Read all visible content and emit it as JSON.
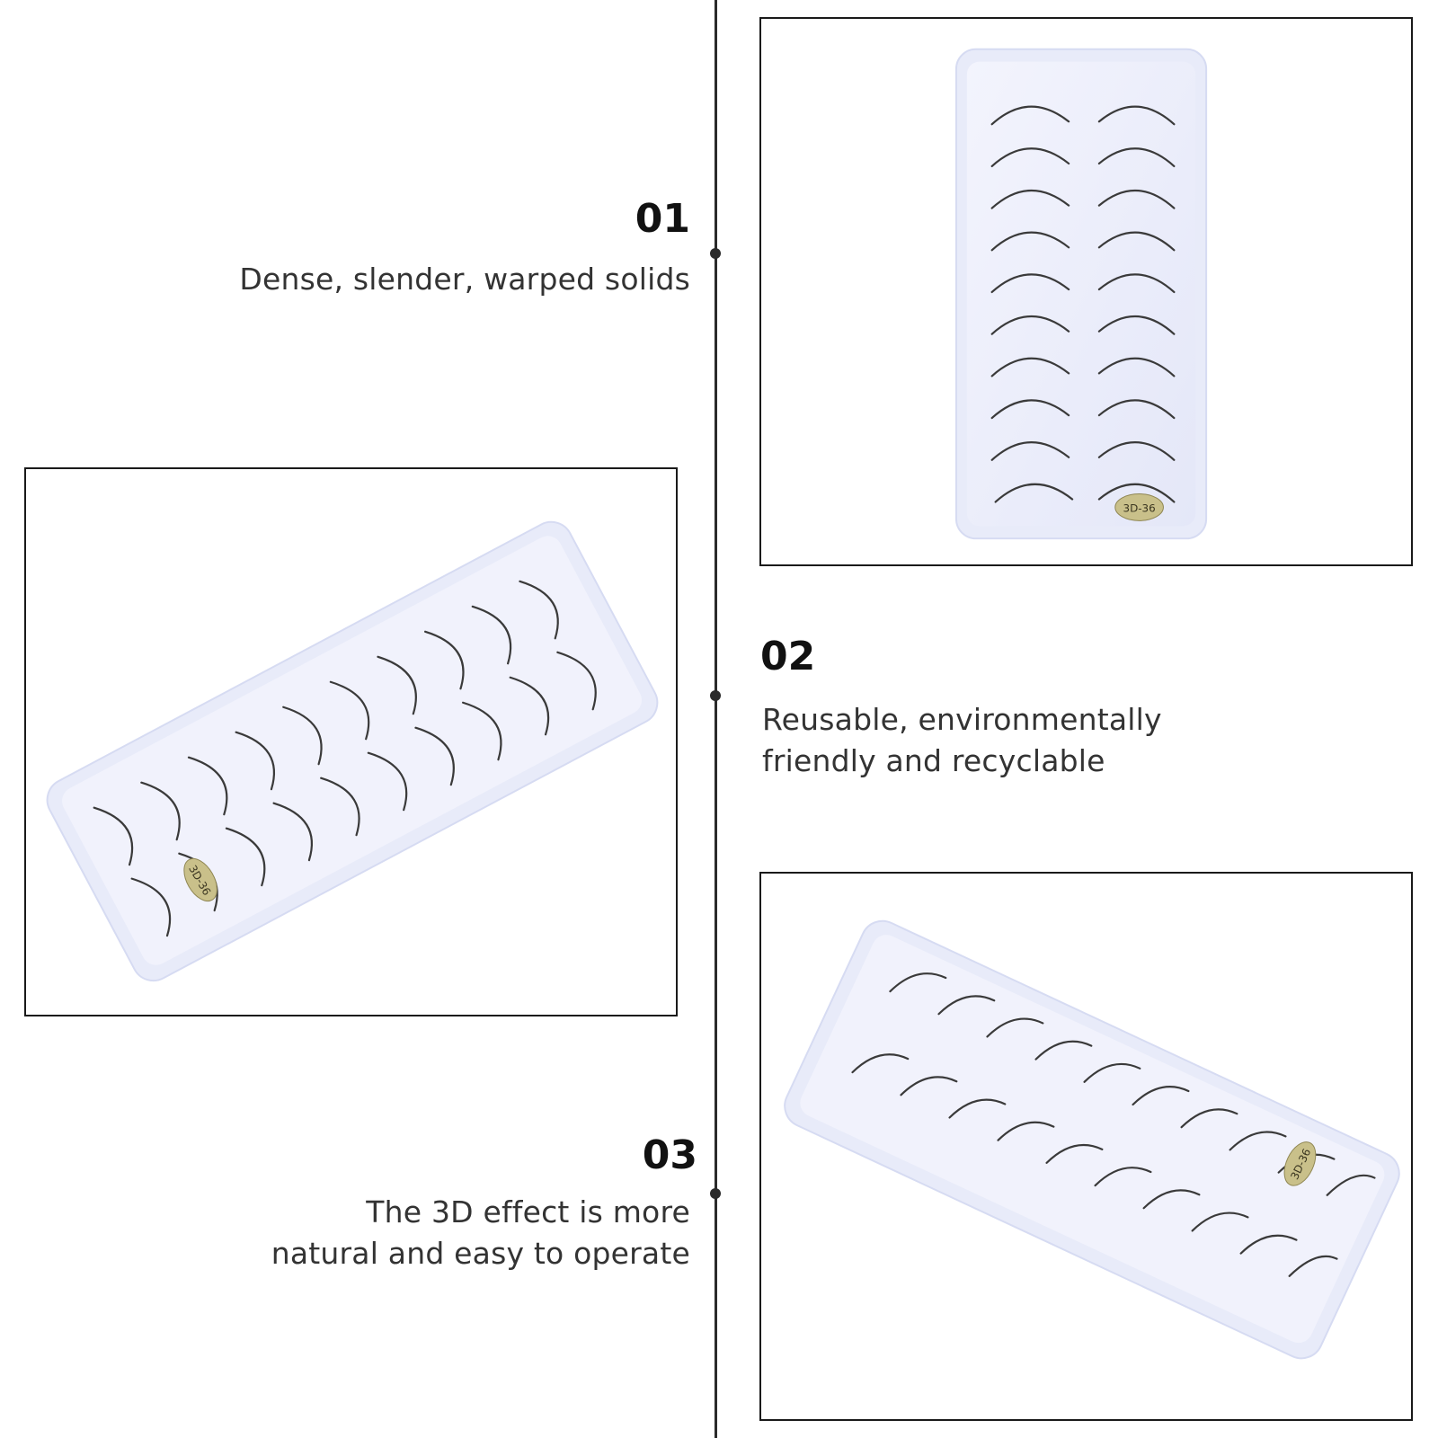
{
  "features": [
    {
      "number": "01",
      "lines": [
        "Dense, slender, warped solids"
      ]
    },
    {
      "number": "02",
      "lines": [
        "Reusable, environmentally",
        "friendly and recyclable"
      ]
    },
    {
      "number": "03",
      "lines": [
        "The 3D effect is more",
        "natural and easy to operate"
      ]
    }
  ],
  "product": {
    "label": "3D-36"
  },
  "colors": {
    "tray": "#eef0fb",
    "tray_edge": "#d6dbf2",
    "label": "#c9c08a",
    "lash": "#3a3a3a"
  }
}
